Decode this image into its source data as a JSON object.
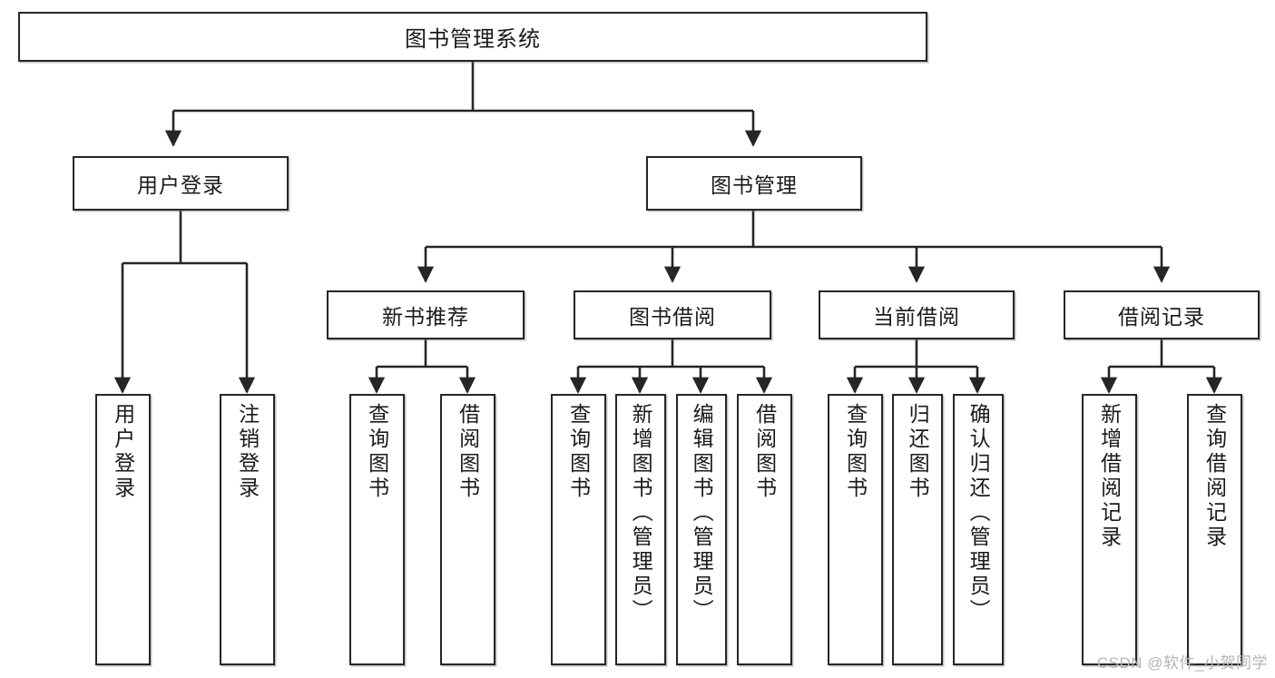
{
  "diagram": {
    "title": "图书管理系统",
    "type": "tree-hierarchy-diagram",
    "root": {
      "label": "图书管理系统"
    },
    "level2": [
      {
        "label": "用户登录"
      },
      {
        "label": "图书管理"
      }
    ],
    "level3": [
      {
        "label": "新书推荐"
      },
      {
        "label": "图书借阅"
      },
      {
        "label": "当前借阅"
      },
      {
        "label": "借阅记录"
      }
    ],
    "leaves": {
      "user_login": [
        {
          "label": "用户登录"
        },
        {
          "label": "注销登录"
        }
      ],
      "new_book_recommend": [
        {
          "label": "查询图书"
        },
        {
          "label": "借阅图书"
        }
      ],
      "book_borrow": [
        {
          "label": "查询图书"
        },
        {
          "label": "新增图书（管理员）"
        },
        {
          "label": "编辑图书（管理员）"
        },
        {
          "label": "借阅图书"
        }
      ],
      "current_borrow": [
        {
          "label": "查询图书"
        },
        {
          "label": "归还图书"
        },
        {
          "label": "确认归还（管理员）"
        }
      ],
      "borrow_record": [
        {
          "label": "新增借阅记录"
        },
        {
          "label": "查询借阅记录"
        }
      ]
    }
  },
  "watermark": {
    "text": "CSDN @软件_小贺同学"
  },
  "colors": {
    "stroke": "#262626",
    "fill": "#ffffff",
    "text": "#1a1a1a",
    "watermark": "#b4b4b4"
  }
}
